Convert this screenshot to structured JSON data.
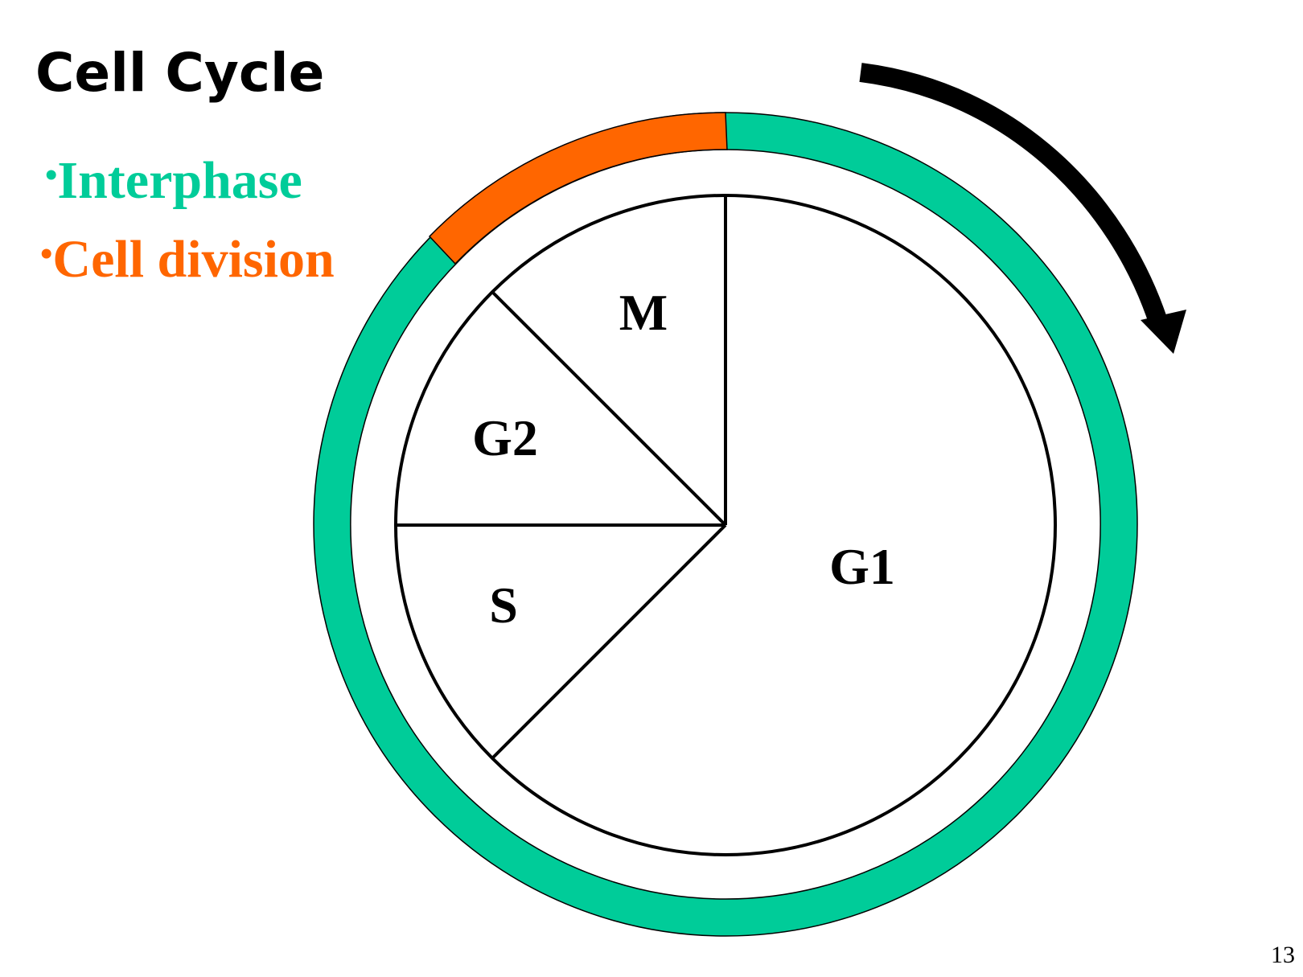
{
  "slide": {
    "title": "Cell Cycle",
    "page_number": "13"
  },
  "legend": [
    {
      "bullet": "•",
      "label": "Interphase",
      "color": "#00CC99"
    },
    {
      "bullet": "•",
      "label": "Cell division",
      "color": "#FF6600"
    }
  ],
  "diagram": {
    "direction": "clockwise",
    "arrow_icon": "clockwise-arrow-icon",
    "ring_colors": {
      "interphase": "#00CC99",
      "division": "#FF6600"
    },
    "phases": [
      {
        "label": "G1"
      },
      {
        "label": "S"
      },
      {
        "label": "G2"
      },
      {
        "label": "M"
      }
    ]
  }
}
